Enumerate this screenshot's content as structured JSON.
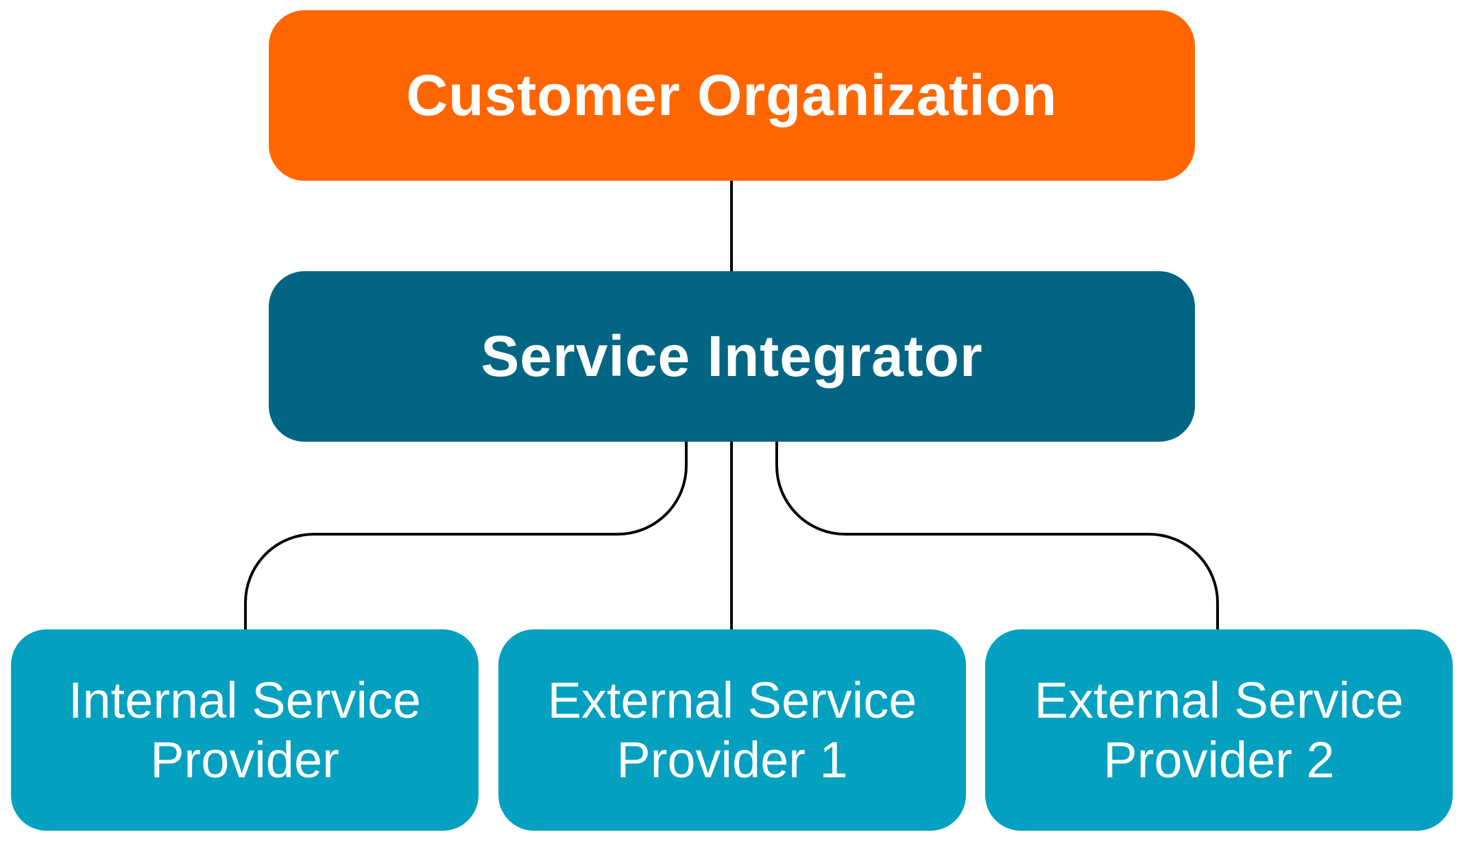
{
  "diagram": {
    "root": {
      "label": "Customer Organization",
      "color": "#ff6600"
    },
    "integrator": {
      "label": "Service Integrator",
      "color": "#026584"
    },
    "providers": [
      {
        "line1": "Internal Service",
        "line2": "Provider",
        "color": "#03a0c0"
      },
      {
        "line1": "External Service",
        "line2": "Provider 1",
        "color": "#03a0c0"
      },
      {
        "line1": "External Service",
        "line2": "Provider 2",
        "color": "#03a0c0"
      }
    ],
    "connector_color": "#000000"
  }
}
